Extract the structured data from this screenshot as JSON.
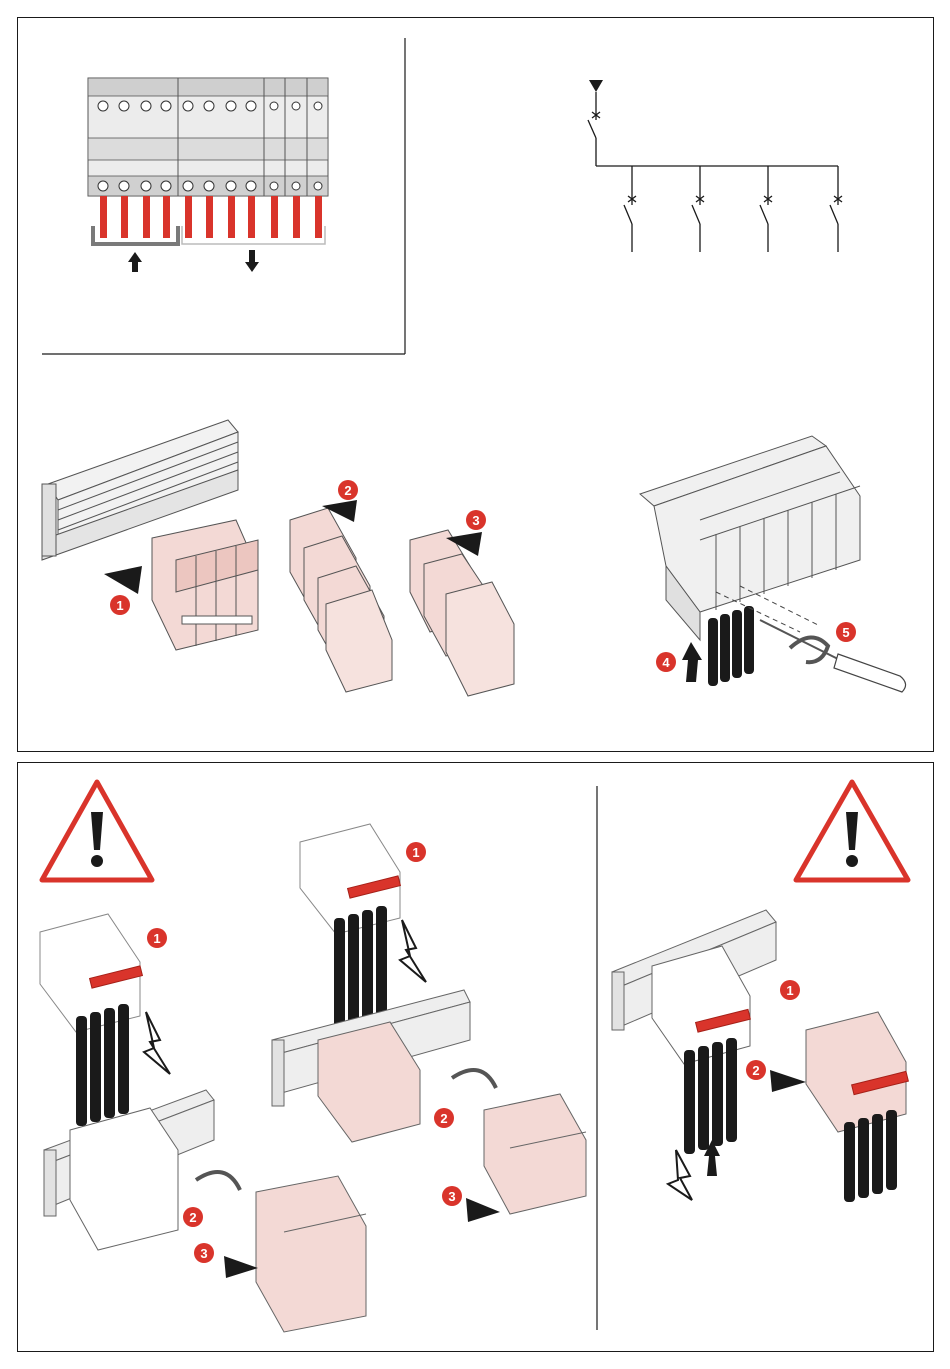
{
  "colors": {
    "accent_red": "#d9342b",
    "module_pink": "#f3d9d5",
    "line_black": "#1a1a1a",
    "gray": "#7a7a7a",
    "light_gray": "#d8d8d8"
  },
  "step_badges_top": [
    "1",
    "2",
    "3",
    "4",
    "5"
  ],
  "step_badges_bottom_left": [
    "1",
    "2",
    "3"
  ],
  "step_badges_bottom_mid": [
    "1",
    "2",
    "3"
  ],
  "step_badges_bottom_right": [
    "1",
    "2"
  ],
  "icons": [
    "warning-triangle-icon",
    "warning-triangle-icon",
    "lightning-icon",
    "rotate-arrow-icon",
    "screwdriver-icon"
  ]
}
